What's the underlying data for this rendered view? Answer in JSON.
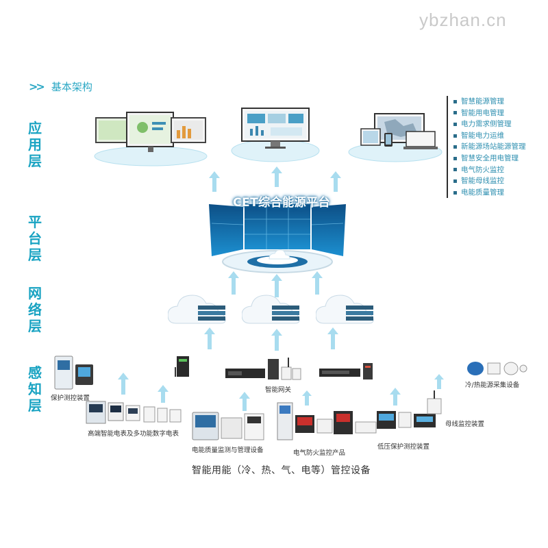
{
  "watermark": "ybzhan.cn",
  "section_title": "基本架构",
  "layers": {
    "application": "应用层",
    "platform": "平台层",
    "network": "网络层",
    "perception": "感知层"
  },
  "features": [
    "智慧能源管理",
    "智能用电管理",
    "电力需求侧管理",
    "智能电力运维",
    "新能源场站能源管理",
    "智慧安全用电管理",
    "电气防火监控",
    "智能母线监控",
    "电能质量管理"
  ],
  "platform_title": "CET综合能源平台",
  "devices": {
    "protection": "保护测控装置",
    "meters": "高端智能电表及多功能数字电表",
    "gateway": "智能网关",
    "power_quality": "电能质量监测与管理设备",
    "fire": "电气防火监控产品",
    "low_voltage": "低压保护测控装置",
    "busbar": "母线监控装置",
    "cooling": "冷/热能源采集设备"
  },
  "bottom_caption": "智能用能（冷、热、气、电等）管控设备",
  "colors": {
    "accent": "#19a3c2",
    "feature_text": "#2e8fb0",
    "arrow": "#a8dcef"
  }
}
